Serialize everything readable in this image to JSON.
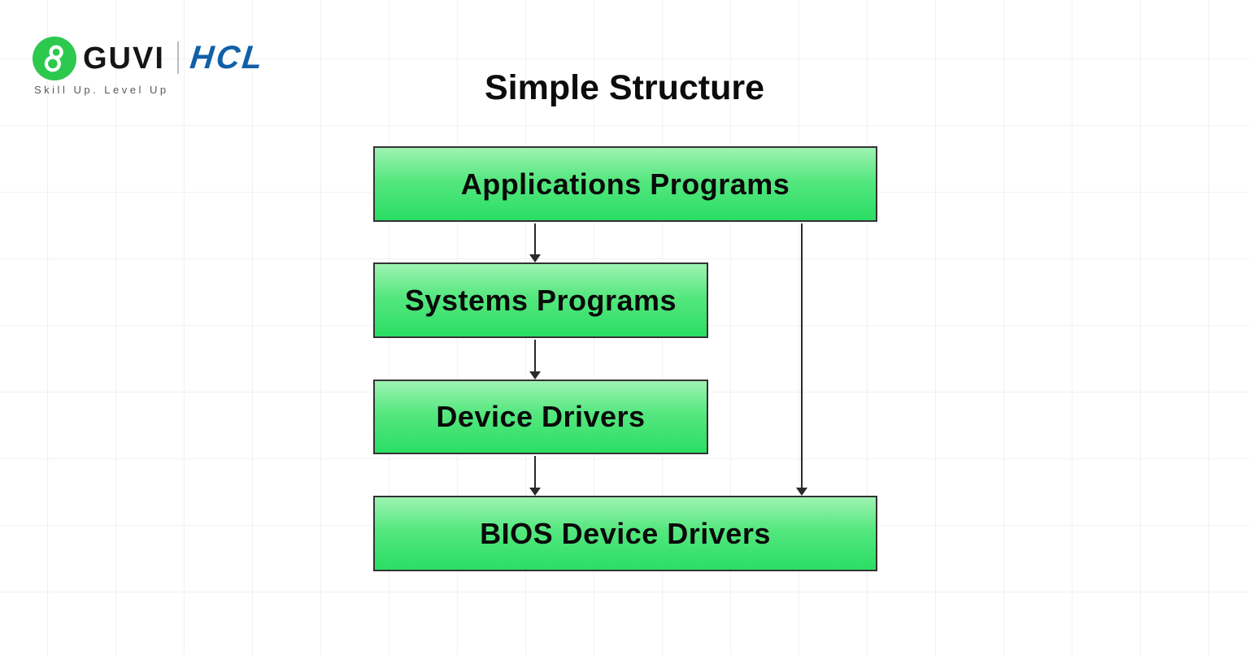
{
  "brand": {
    "guvi_label": "GUVI",
    "hcl_label": "HCL",
    "tagline": "Skill Up. Level Up",
    "colors": {
      "guvi_green": "#2dc84e",
      "hcl_blue": "#1160a8"
    }
  },
  "title": "Simple Structure",
  "diagram": {
    "type": "flowchart",
    "box_style": {
      "gradient_top": "#9ef3b2",
      "gradient_bottom": "#2ade64",
      "border_color": "#333333",
      "text_color": "#0a0a0a"
    },
    "boxes": [
      {
        "label": "Applications Programs"
      },
      {
        "label": "Systems Programs"
      },
      {
        "label": "Device Drivers"
      },
      {
        "label": "BIOS Device Drivers"
      }
    ],
    "connections": [
      {
        "from": "Applications Programs",
        "to": "Systems Programs"
      },
      {
        "from": "Systems Programs",
        "to": "Device Drivers"
      },
      {
        "from": "Device Drivers",
        "to": "BIOS Device Drivers"
      },
      {
        "from": "Applications Programs",
        "to": "BIOS Device Drivers"
      }
    ]
  }
}
